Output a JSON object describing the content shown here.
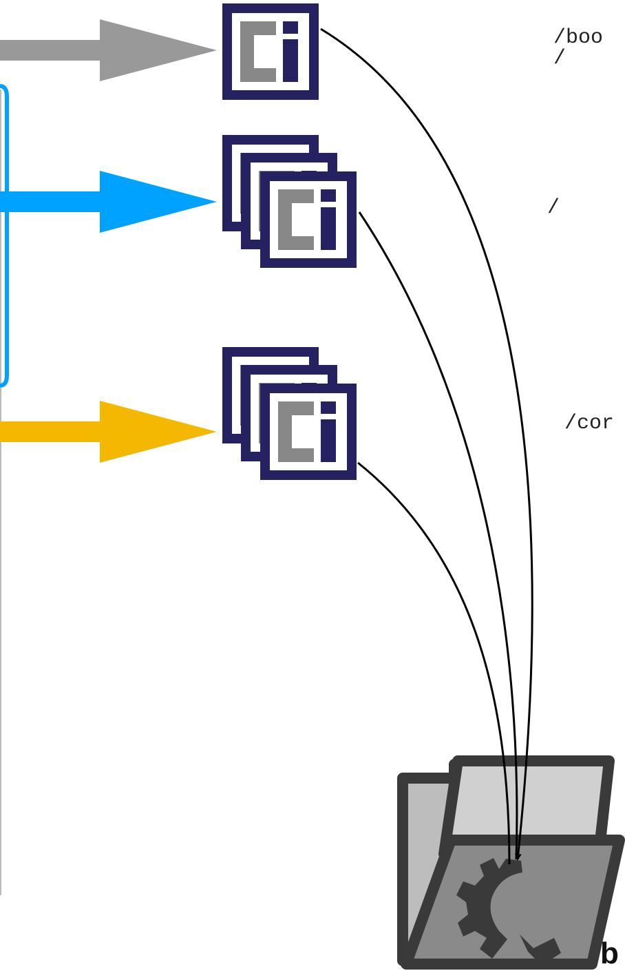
{
  "labels": {
    "path_boot": "/boo",
    "path_root_1": "/",
    "path_root_2": "/",
    "path_con": "/cor",
    "bottom_fragment": "b"
  },
  "badge": {
    "left": "C",
    "right": "i"
  },
  "colors": {
    "arrow_gray": "#999999",
    "arrow_blue": "#00A2FF",
    "arrow_yellow": "#F5B800",
    "bracket_blue": "#00A2FF",
    "badge_navy": "#262160",
    "badge_gray": "#888888",
    "folder_dark": "#3a3a3a",
    "folder_back": "#bdbdbd",
    "folder_front": "#8a8a8a",
    "link_line": "#000000"
  }
}
